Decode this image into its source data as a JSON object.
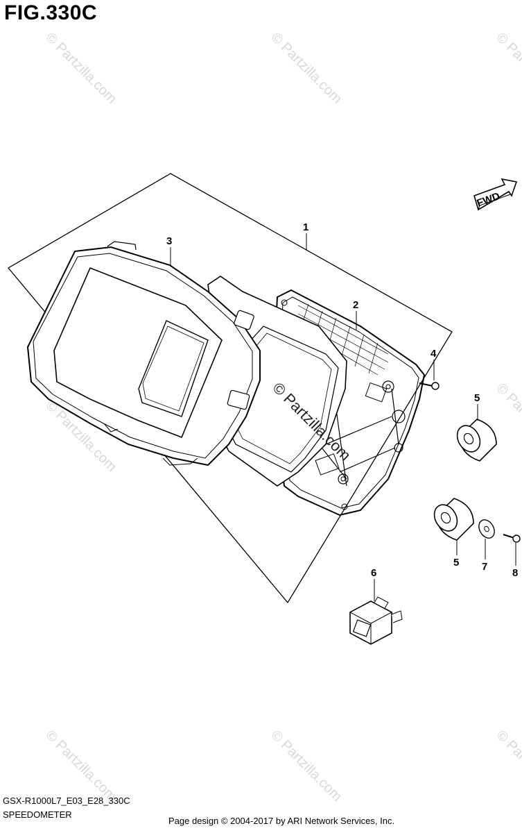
{
  "figure": {
    "title": "FIG.330C",
    "code": "GSX-R1000L7_E03_E28_330C",
    "name": "SPEEDOMETER",
    "copyright": "Page design © 2004-2017 by ARI Network Services, Inc."
  },
  "fwd_arrow": {
    "label": "FWD"
  },
  "watermark": {
    "text": "© Partzilla.com"
  },
  "callouts": [
    {
      "id": "1",
      "label": "1"
    },
    {
      "id": "2",
      "label": "2"
    },
    {
      "id": "3",
      "label": "3"
    },
    {
      "id": "4",
      "label": "4"
    },
    {
      "id": "5a",
      "label": "5"
    },
    {
      "id": "5b",
      "label": "5"
    },
    {
      "id": "6",
      "label": "6"
    },
    {
      "id": "7",
      "label": "7"
    },
    {
      "id": "8",
      "label": "8"
    }
  ]
}
